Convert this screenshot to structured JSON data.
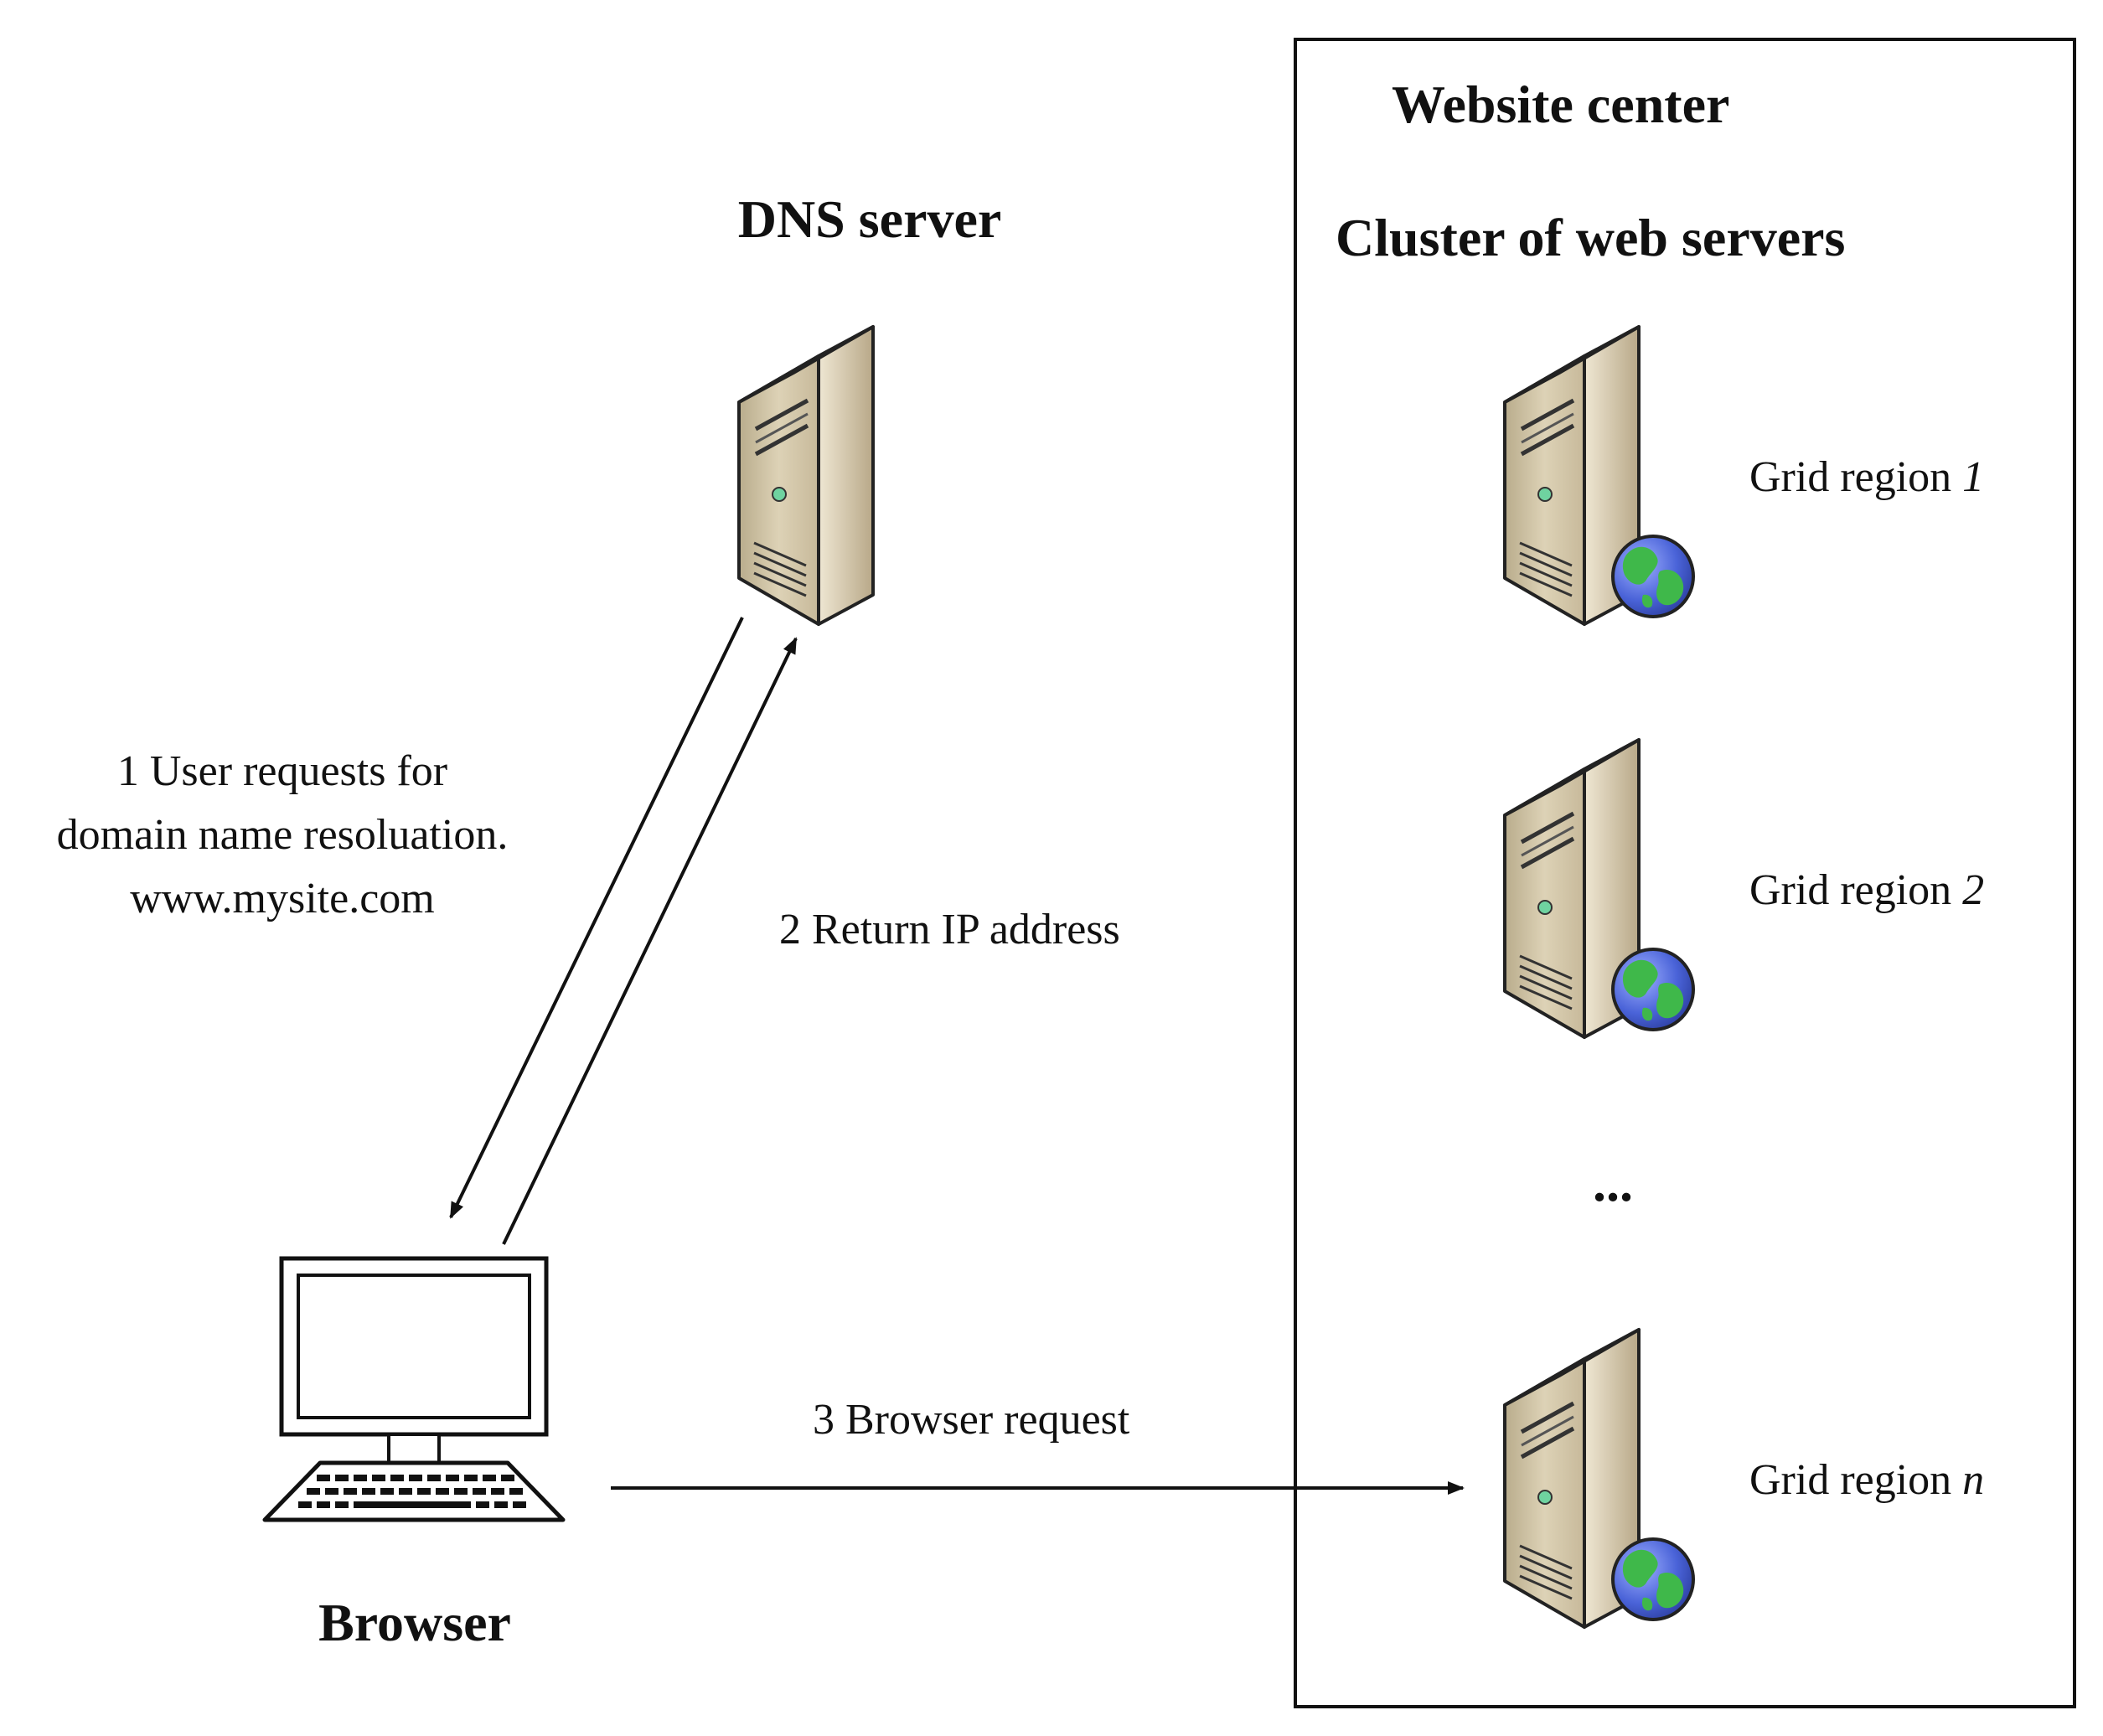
{
  "dns_server": {
    "label": "DNS server"
  },
  "browser": {
    "label": "Browser"
  },
  "website_center": {
    "title": "Website center",
    "cluster_title": "Cluster of web servers",
    "ellipsis": "...",
    "regions": [
      {
        "prefix": "Grid region ",
        "index": "1"
      },
      {
        "prefix": "Grid region ",
        "index": "2"
      },
      {
        "prefix": "Grid region ",
        "index": "n"
      }
    ]
  },
  "steps": {
    "step1_line1": "1 User requests for",
    "step1_line2": "domain name resoluation.",
    "step1_line3": "www.mysite.com",
    "step2": "2 Return IP address",
    "step3": "3 Browser request"
  },
  "colors": {
    "server_front": "#cfc3a5",
    "server_side": "#a8997a",
    "server_top": "#e6dcc4",
    "globe_ocean": "#4a63d8",
    "globe_land": "#3fb84a",
    "line": "#111111"
  }
}
